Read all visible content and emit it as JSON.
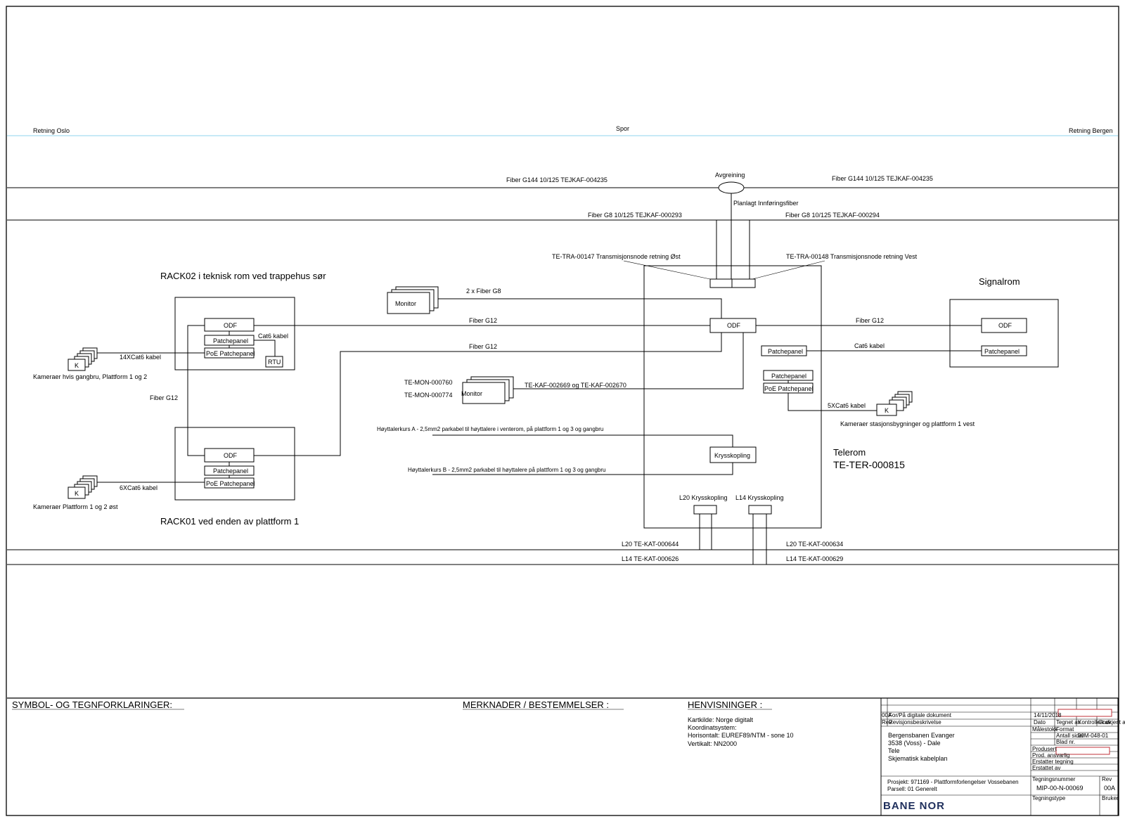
{
  "track": {
    "left": "Retning Oslo",
    "center": "Spor",
    "right": "Retning Bergen"
  },
  "fibers": {
    "avgreining": "Avgreining",
    "fiber_left_top": "Fiber G144 10/125 TEJKAF-004235",
    "fiber_right_top": "Fiber G144 10/125 TEJKAF-004235",
    "planlagt": "Planlagt Innføringsfiber",
    "fiber_left_2": "Fiber G8 10/125 TEJKAF-000293",
    "fiber_right_2": "Fiber G8 10/125 TEJKAF-000294",
    "tra_left": "TE-TRA-00147 Transmisjonsnode retning Øst",
    "tra_right": "TE-TRA-00148 Transmisjonsnode retning Vest"
  },
  "rack02": {
    "title": "RACK02 i teknisk rom ved trappehus sør",
    "odf": "ODF",
    "patch": "Patchepanel",
    "poe": "PoE Patchepanel",
    "rtu": "RTU",
    "cat6": "Cat6 kabel"
  },
  "rack01": {
    "title": "RACK01 ved enden av plattform 1",
    "odf": "ODF",
    "patch": "Patchepanel",
    "poe": "PoE Patchepanel"
  },
  "cameras_top": {
    "k": "K",
    "cable": "14XCat6 kabel",
    "label": "Kameraer hvis gangbru, Plattform 1 og 2"
  },
  "cameras_bottom": {
    "k": "K",
    "cable": "6XCat6 kabel",
    "label": "Kameraer Plattform 1 og 2 øst"
  },
  "fiber_g12_vert": "Fiber G12",
  "monitor_top": {
    "label": "Monitor",
    "fiber": "2 x Fiber G8"
  },
  "fiber_g12_a": "Fiber G12",
  "fiber_g12_b": "Fiber G12",
  "monitor_mid": {
    "label": "Monitor",
    "mon1": "TE-MON-000760",
    "mon2": "TE-MON-000774",
    "kaf": "TE-KAF-002669 og TE-KAF-002670"
  },
  "telerom": {
    "odf": "ODF",
    "patch1": "Patchepanel",
    "patch2": "Patchepanel",
    "poe": "PoE Patchepanel",
    "kryss": "Krysskopling",
    "title1": "Telerom",
    "title2": "TE-TER-000815",
    "l20k": "L20 Krysskopling",
    "l14k": "L14 Krysskopling"
  },
  "hoyt": {
    "a": "Høyttalerkurs A - 2,5mm2 parkabel til høyttalere i venterom, på plattform 1 og 3 og gangbru",
    "b": "Høyttalerkurs B - 2,5mm2 parkabel til høyttalere på plattform 1 og 3 og gangbru"
  },
  "cat6_right": "Cat6 kabel",
  "fiber_g12_right": "Fiber G12",
  "signalrom": {
    "title": "Signalrom",
    "odf": "ODF",
    "patch": "Patchepanel"
  },
  "cameras_right": {
    "k": "K",
    "cable": "5XCat6 kabel",
    "label": "Kameraer stasjonsbygninger og plattform 1 vest"
  },
  "kat": {
    "l20_left": "L20 TE-KAT-000644",
    "l14_left": "L14 TE-KAT-000626",
    "l20_right": "L20 TE-KAT-000634",
    "l14_right": "L14 TE-KAT-000629"
  },
  "legend": {
    "symbol": "SYMBOL- OG TEGNFORKLARINGER:",
    "merknader": "MERKNADER / BESTEMMELSER :",
    "henvisninger": "HENVISNINGER :",
    "h1": "Kartkilde: Norge digitalt",
    "h2": "Koordinatsystem:",
    "h3": "Horisontalt: EUREF89/NTM - sone 10",
    "h4": "Vertikalt: NN2000"
  },
  "titleblock": {
    "r1c1": "00A",
    "r1c2": "For/På digitale dokument",
    "date1": "14/11/2018",
    "hdr_rev": "Rev.",
    "hdr_beskr": "Revisjonsbeskrivelse",
    "hdr_dato": "Dato",
    "hdr_sign": "Tegnet av",
    "hdr_kontr": "Kontrollert av",
    "hdr_godk": "Godkjent av",
    "project1": "Bergensbanen Evanger",
    "project2": "3538 (Voss) - Dale",
    "project3": "Tele",
    "project4": "Skjematisk kabelplan",
    "meta1": "Målestokk",
    "meta2": "Format",
    "meta3": "Antall sider",
    "meta4": "Blad nr.",
    "meta5": "Produsert",
    "meta6": "Prod. ansvarlig",
    "meta7": "Erstatter tegning",
    "meta8": "Erstattet av",
    "proj_code": "00M-048-01",
    "prosjekt": "Prosjekt: 971169 - Plattformforlengelser Vossebanen",
    "parsell": "Parsell: 01 Generelt",
    "tegnr_lbl": "Tegningsnummer",
    "tegnr": "MIP-00-N-00069",
    "rev_lbl": "Rev",
    "rev_val": "00A",
    "logo": "BANE NOR",
    "typenr": "Tegningstype",
    "bruker": "Bruker"
  }
}
